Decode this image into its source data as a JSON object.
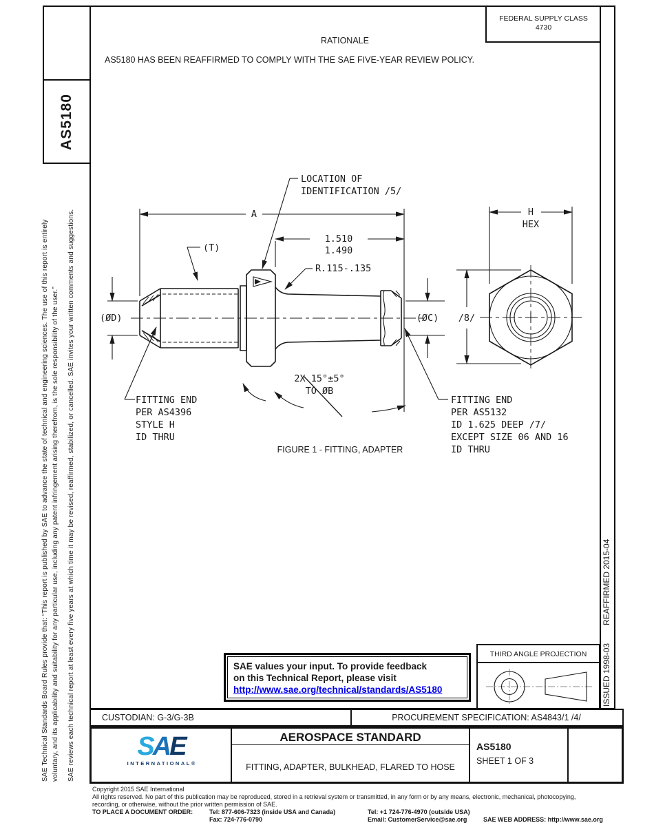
{
  "header": {
    "federal_supply_class": {
      "line1": "FEDERAL SUPPLY CLASS",
      "line2": "4730"
    },
    "rationale_title": "RATIONALE",
    "rationale_body": "AS5180 HAS BEEN REAFFIRMED TO COMPLY WITH THE SAE FIVE-YEAR REVIEW POLICY."
  },
  "left_sidebar": {
    "doc_number": "AS5180",
    "disclaimer_line1": "SAE Technical Standards Board Rules provide that: “This report is published by SAE to advance the state of technical and engineering sciences. The use of this report is entirely",
    "disclaimer_line2": "voluntary, and its applicability and suitability for any particular use, including any patent infringement arising therefrom, is the sole responsibility of the user.”",
    "review_note": "SAE reviews each technical report at least every five years at which time it may be revised, reaffirmed, stabilized, or cancelled. SAE invites your written comments and suggestions."
  },
  "right_sidebar": {
    "issued": "ISSUED 1998-03",
    "reaffirmed": "REAFFIRMED 2015-04"
  },
  "figure": {
    "caption": "FIGURE 1 - FITTING, ADAPTER",
    "loc_id": [
      "LOCATION OF",
      "IDENTIFICATION /5/"
    ],
    "dim_a": "A",
    "dim_h": "H",
    "dim_hex": "HEX",
    "dim_t": "(T)",
    "dim_len_upper": "1.510",
    "dim_len_lower": "1.490",
    "dim_radius": "R.115-.135",
    "dia_d": "(ØD)",
    "dia_c": "(ØC)",
    "dim_slash8": "/8/",
    "chamfer": [
      "2X 15°±5°",
      "TO ØB"
    ],
    "left_end": [
      "FITTING END",
      "PER AS4396",
      "STYLE H",
      "ID THRU"
    ],
    "right_end": [
      "FITTING END",
      "PER AS5132",
      "ID 1.625 DEEP /7/",
      "EXCEPT SIZE 06 AND 16",
      "ID THRU"
    ]
  },
  "feedback_box": {
    "line1": "SAE values your input. To provide feedback",
    "line2": "on this Technical Report, please visit",
    "url": "http://www.sae.org/technical/standards/AS5180"
  },
  "projection_box": {
    "title": "THIRD ANGLE PROJECTION"
  },
  "footer": {
    "custodian": "CUSTODIAN: G-3/G-3B",
    "procurement": "PROCUREMENT SPECIFICATION: AS4843/1 /4/",
    "title_block": {
      "standard_type": "AEROSPACE STANDARD",
      "title": "FITTING, ADAPTER, BULKHEAD, FLARED TO HOSE",
      "doc_number": "AS5180",
      "sheet": "SHEET 1 OF 3"
    },
    "logo": {
      "s": "S",
      "a": "A",
      "e": "E",
      "subtitle": "INTERNATIONAL",
      "reg": "®"
    },
    "copyright": {
      "line1": "Copyright 2015 SAE International",
      "line2": "All rights reserved. No part of this publication may be reproduced, stored in a retrieval system or transmitted, in any form or by any means, electronic, mechanical, photocopying,",
      "line3": "recording, or otherwise, without the prior written permission of SAE.",
      "order_label": "TO PLACE A DOCUMENT ORDER:",
      "tel_inside": "Tel: 877-606-7323 (inside USA and Canada)",
      "tel_outside": "Tel: +1 724-776-4970 (outside USA)",
      "fax": "Fax: 724-776-0790",
      "email": "Email: CustomerService@sae.org",
      "web": "SAE WEB ADDRESS: http://www.sae.org"
    }
  },
  "colors": {
    "ink": "#1a1a1a",
    "link_blue": "#0000EE",
    "logo_light_blue": "#2AA9DE",
    "logo_mid_blue": "#1C72B8",
    "logo_dark_blue": "#123A66"
  }
}
